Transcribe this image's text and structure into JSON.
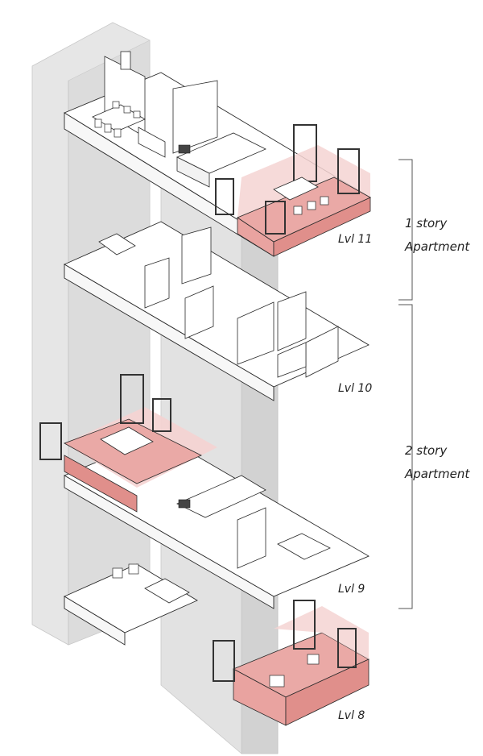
{
  "levels": {
    "lvl11": "Lvl 11",
    "lvl10": "Lvl 10",
    "lvl9": "Lvl 9",
    "lvl8": "Lvl 8"
  },
  "brackets": {
    "one_story_line1": "1 story",
    "one_story_line2": "Apartment",
    "two_story_line1": "2 story",
    "two_story_line2": "Apartment"
  },
  "colors": {
    "highlight": "#e9a3a0",
    "highlight_light": "#f5d3d2",
    "core": "#e4e4e4",
    "line": "#2a2a2a"
  }
}
